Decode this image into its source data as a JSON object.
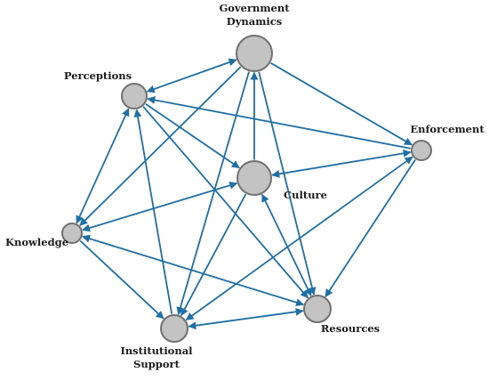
{
  "diagram": {
    "nodes": [
      {
        "id": "gov",
        "label_lines": [
          "Government",
          "Dynamics"
        ]
      },
      {
        "id": "perc",
        "label_lines": [
          "Perceptions"
        ]
      },
      {
        "id": "enf",
        "label_lines": [
          "Enforcement"
        ]
      },
      {
        "id": "cult",
        "label_lines": [
          "Culture"
        ]
      },
      {
        "id": "know",
        "label_lines": [
          "Knowledge"
        ]
      },
      {
        "id": "inst",
        "label_lines": [
          "Institutional",
          "Support"
        ]
      },
      {
        "id": "res",
        "label_lines": [
          "Resources"
        ]
      }
    ],
    "edges": [
      {
        "from": "gov",
        "to": "perc",
        "direction": "both"
      },
      {
        "from": "gov",
        "to": "enf",
        "direction": "forward"
      },
      {
        "from": "gov",
        "to": "know",
        "direction": "forward"
      },
      {
        "from": "gov",
        "to": "inst",
        "direction": "forward"
      },
      {
        "from": "gov",
        "to": "res",
        "direction": "forward"
      },
      {
        "from": "cult",
        "to": "gov",
        "direction": "forward"
      },
      {
        "from": "perc",
        "to": "cult",
        "direction": "forward"
      },
      {
        "from": "perc",
        "to": "res",
        "direction": "forward"
      },
      {
        "from": "enf",
        "to": "perc",
        "direction": "forward"
      },
      {
        "from": "perc",
        "to": "know",
        "direction": "both"
      },
      {
        "from": "enf",
        "to": "cult",
        "direction": "both"
      },
      {
        "from": "enf",
        "to": "res",
        "direction": "forward"
      },
      {
        "from": "enf",
        "to": "inst",
        "direction": "both"
      },
      {
        "from": "cult",
        "to": "know",
        "direction": "both"
      },
      {
        "from": "cult",
        "to": "inst",
        "direction": "forward"
      },
      {
        "from": "cult",
        "to": "res",
        "direction": "both"
      },
      {
        "from": "know",
        "to": "inst",
        "direction": "forward"
      },
      {
        "from": "know",
        "to": "res",
        "direction": "both"
      },
      {
        "from": "inst",
        "to": "perc",
        "direction": "forward"
      },
      {
        "from": "inst",
        "to": "res",
        "direction": "both"
      }
    ],
    "colors": {
      "edge": "#1f6fa5",
      "node_fill": "#c3c3c3",
      "node_stroke": "#707070"
    }
  }
}
